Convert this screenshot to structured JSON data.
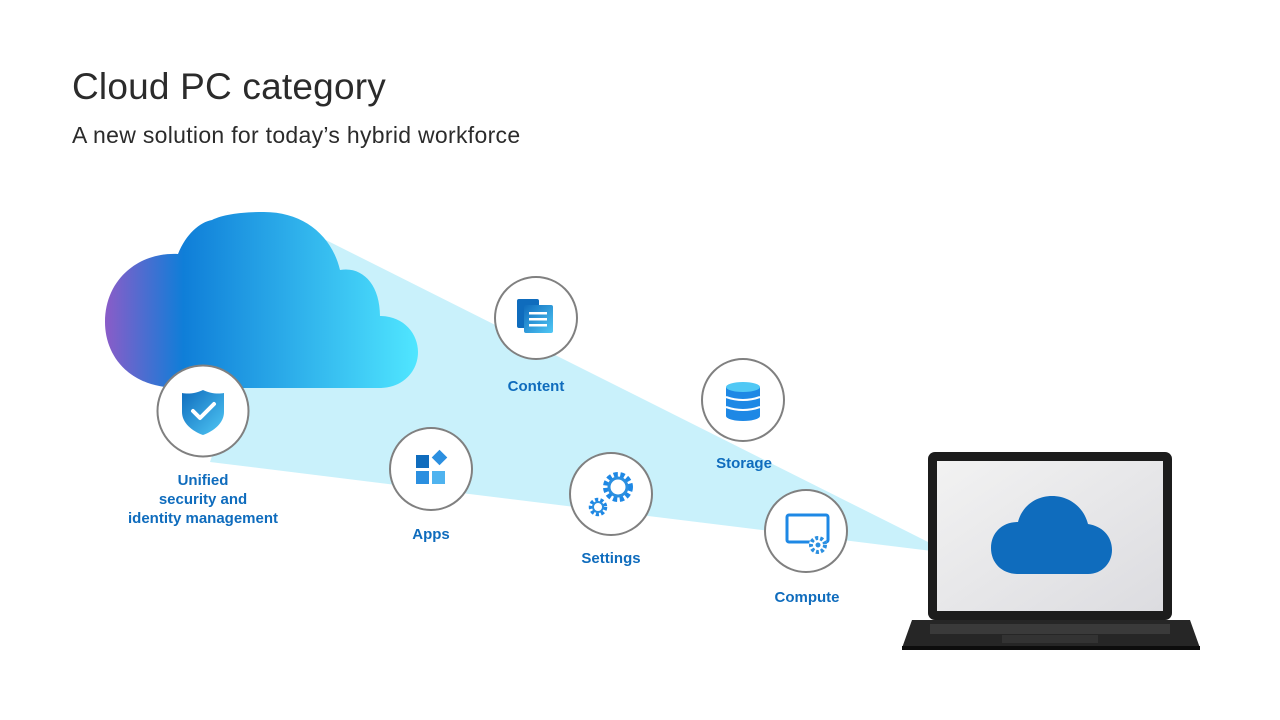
{
  "title": "Cloud PC category",
  "subtitle": "A new solution for today’s hybrid workforce",
  "colors": {
    "beam": "#c9f1fb",
    "label": "#0f6cbd",
    "circle_border": "#808080",
    "cloud_start": "#8a5cc8",
    "cloud_mid": "#0f7ed8",
    "cloud_end": "#50e6ff"
  },
  "nodes": [
    {
      "id": "security",
      "label": "Unified\nsecurity and\nidentity management",
      "icon": "shield-check-icon"
    },
    {
      "id": "apps",
      "label": "Apps",
      "icon": "apps-grid-icon"
    },
    {
      "id": "content",
      "label": "Content",
      "icon": "document-icon"
    },
    {
      "id": "settings",
      "label": "Settings",
      "icon": "gears-icon"
    },
    {
      "id": "storage",
      "label": "Storage",
      "icon": "database-icon"
    },
    {
      "id": "compute",
      "label": "Compute",
      "icon": "screen-gear-icon"
    }
  ],
  "laptop": {
    "screen_icon": "cloud-icon"
  }
}
